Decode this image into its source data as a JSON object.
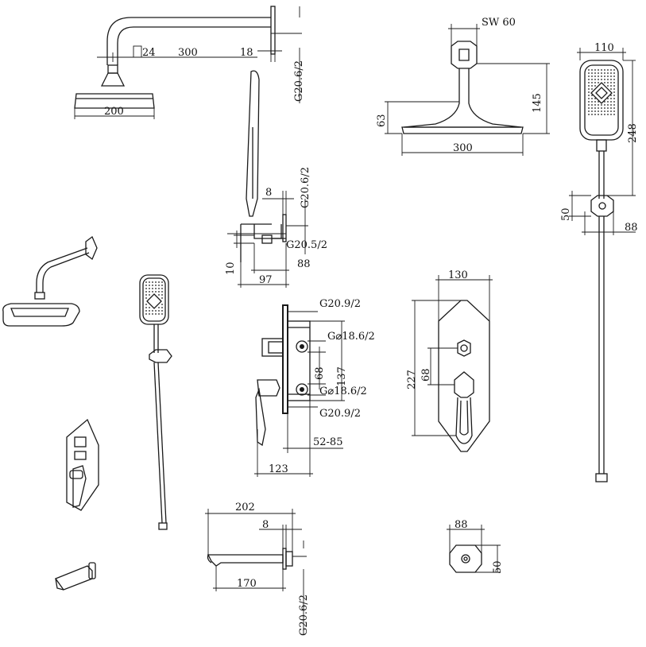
{
  "labels": {
    "d_24": "24",
    "d_300_arm": "300",
    "d_18": "18",
    "d_g20_top": "G20.6/2",
    "d_200": "200",
    "d_sw60": "SW 60",
    "d_63": "63",
    "d_145": "145",
    "d_300_head": "300",
    "d_110": "110",
    "d_248": "248",
    "d_50_bracket": "50",
    "d_88_bracket": "88",
    "d_8_outlet": "8",
    "d_g20_outlet": "G20.6/2",
    "d_g20_5": "G20.5/2",
    "d_10": "10",
    "d_88_outlet": "88",
    "d_97": "97",
    "d_g20_9_top": "G20.9/2",
    "d_g18_top": "G⌀18.6/2",
    "d_68_valve": "68",
    "d_137": "137",
    "d_g18_bot": "G⌀18.6/2",
    "d_g20_9_bot": "G20.9/2",
    "d_52_85": "52-85",
    "d_123": "123",
    "d_130": "130",
    "d_227": "227",
    "d_68_plate": "68",
    "d_202": "202",
    "d_8_spout": "8",
    "d_170": "170",
    "d_g20_spout": "G20.6/2",
    "d_88_conn": "88",
    "d_50_conn": "50"
  }
}
